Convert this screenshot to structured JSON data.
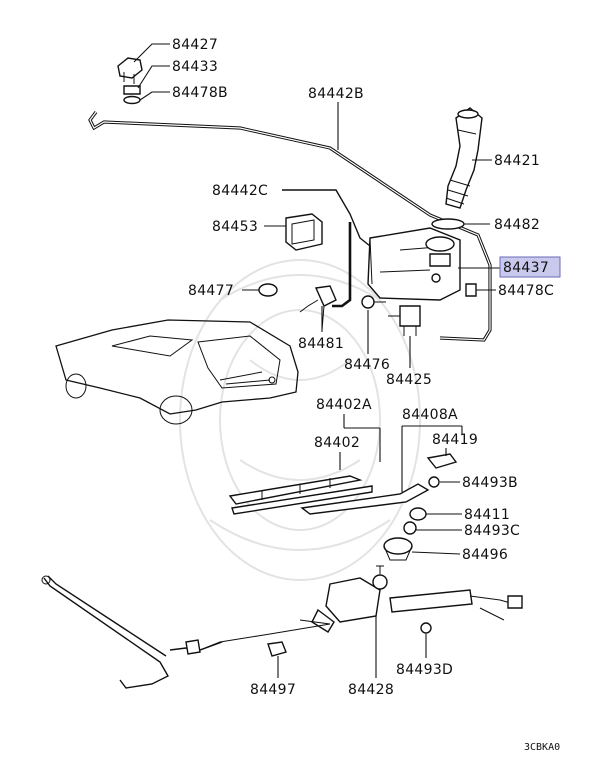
{
  "parts": {
    "p84427": "84427",
    "p84433": "84433",
    "p84478B": "84478B",
    "p84442B": "84442B",
    "p84421": "84421",
    "p84442C": "84442C",
    "p84453": "84453",
    "p84482": "84482",
    "p84437": "84437",
    "p84478C": "84478C",
    "p84477": "84477",
    "p84481": "84481",
    "p84476": "84476",
    "p84425": "84425",
    "p84402A": "84402A",
    "p84408A": "84408A",
    "p84402": "84402",
    "p84419": "84419",
    "p84493B": "84493B",
    "p84411": "84411",
    "p84493C": "84493C",
    "p84496": "84496",
    "p84497": "84497",
    "p84428": "84428",
    "p84493D": "84493D"
  },
  "highlight": {
    "part": "84437",
    "color": "#c9c9ee"
  },
  "diagram_code": "3CBKA0"
}
